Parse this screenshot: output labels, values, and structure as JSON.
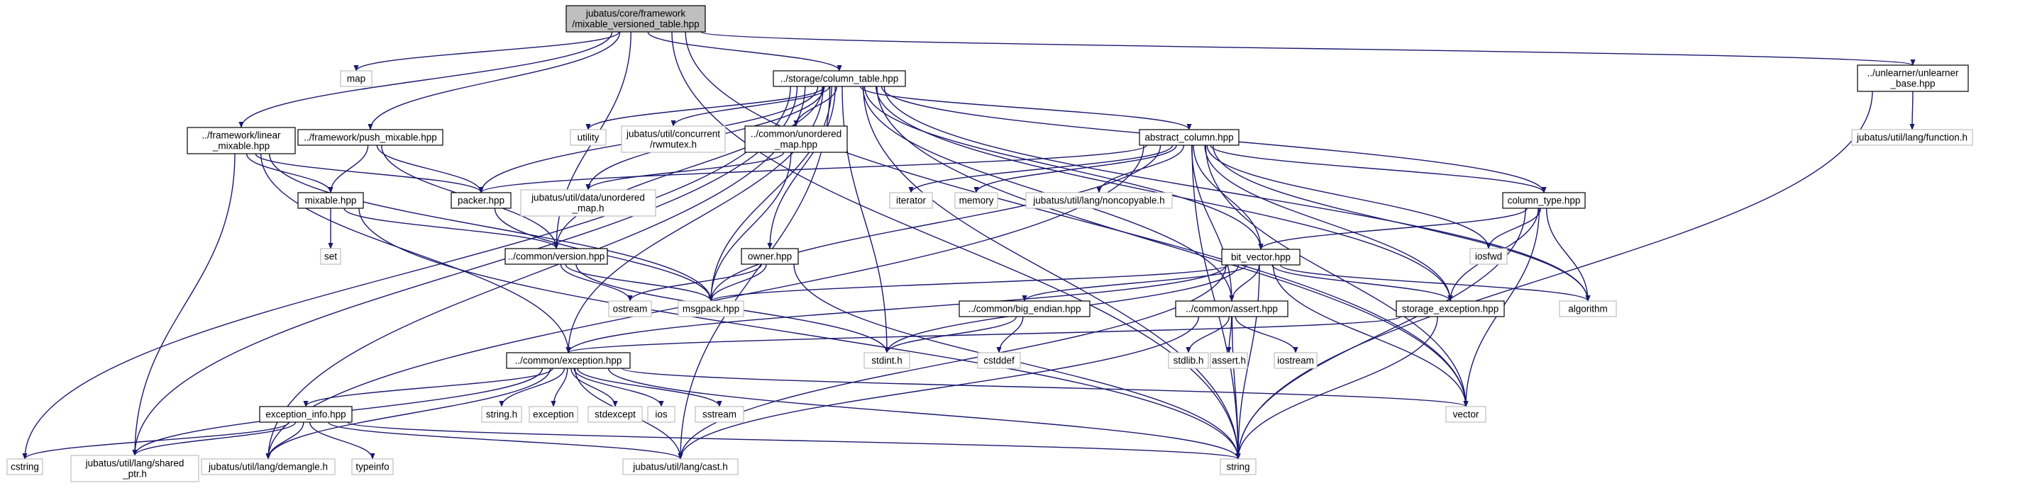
{
  "graph": {
    "root": "jubatus/core/framework/mixable_versioned_table.hpp",
    "nodes": [
      {
        "id": "root",
        "name": "node-mixable-versioned-table",
        "kind": "root",
        "lines": [
          "jubatus/core/framework",
          "/mixable_versioned_table.hpp"
        ]
      },
      {
        "id": "map",
        "name": "node-map",
        "kind": "ext",
        "lines": [
          "map"
        ]
      },
      {
        "id": "coltable",
        "name": "node-column-table",
        "kind": "own",
        "lines": [
          "../storage/column_table.hpp"
        ]
      },
      {
        "id": "unlearner",
        "name": "node-unlearner-base",
        "kind": "own",
        "lines": [
          "../unlearner/unlearner",
          "_base.hpp"
        ]
      },
      {
        "id": "function",
        "name": "node-function-h",
        "kind": "ext",
        "lines": [
          "jubatus/util/lang/function.h"
        ]
      },
      {
        "id": "linear",
        "name": "node-linear-mixable",
        "kind": "own",
        "lines": [
          "../framework/linear",
          "_mixable.hpp"
        ]
      },
      {
        "id": "push",
        "name": "node-push-mixable",
        "kind": "own",
        "lines": [
          "../framework/push_mixable.hpp"
        ]
      },
      {
        "id": "utility",
        "name": "node-utility",
        "kind": "ext",
        "lines": [
          "utility"
        ]
      },
      {
        "id": "rwmutex",
        "name": "node-rwmutex",
        "kind": "ext",
        "lines": [
          "jubatus/util/concurrent",
          "/rwmutex.h"
        ]
      },
      {
        "id": "unordmap",
        "name": "node-common-unordered-map",
        "kind": "own",
        "lines": [
          "../common/unordered",
          "_map.hpp"
        ]
      },
      {
        "id": "abscol",
        "name": "node-abstract-column",
        "kind": "own",
        "lines": [
          "abstract_column.hpp"
        ]
      },
      {
        "id": "mixable",
        "name": "node-mixable",
        "kind": "own",
        "lines": [
          "mixable.hpp"
        ]
      },
      {
        "id": "packer",
        "name": "node-packer",
        "kind": "own",
        "lines": [
          "packer.hpp"
        ]
      },
      {
        "id": "dataunord",
        "name": "node-data-unordered-map",
        "kind": "ext",
        "lines": [
          "jubatus/util/data/unordered",
          "_map.h"
        ]
      },
      {
        "id": "iterator",
        "name": "node-iterator",
        "kind": "ext",
        "lines": [
          "iterator"
        ]
      },
      {
        "id": "memory",
        "name": "node-memory",
        "kind": "ext",
        "lines": [
          "memory"
        ]
      },
      {
        "id": "noncopy",
        "name": "node-noncopyable",
        "kind": "ext",
        "lines": [
          "jubatus/util/lang/noncopyable.h"
        ]
      },
      {
        "id": "coltype",
        "name": "node-column-type",
        "kind": "own",
        "lines": [
          "column_type.hpp"
        ]
      },
      {
        "id": "set",
        "name": "node-set",
        "kind": "ext",
        "lines": [
          "set"
        ]
      },
      {
        "id": "version",
        "name": "node-common-version",
        "kind": "own",
        "lines": [
          "../common/version.hpp"
        ]
      },
      {
        "id": "owner",
        "name": "node-owner",
        "kind": "own",
        "lines": [
          "owner.hpp"
        ]
      },
      {
        "id": "bitvec",
        "name": "node-bit-vector",
        "kind": "own",
        "lines": [
          "bit_vector.hpp"
        ]
      },
      {
        "id": "iosfwd",
        "name": "node-iosfwd",
        "kind": "ext",
        "lines": [
          "iosfwd"
        ]
      },
      {
        "id": "ostream",
        "name": "node-ostream",
        "kind": "ext",
        "lines": [
          "ostream"
        ]
      },
      {
        "id": "msgpack",
        "name": "node-msgpack",
        "kind": "ext",
        "lines": [
          "msgpack.hpp"
        ]
      },
      {
        "id": "bigend",
        "name": "node-common-big-endian",
        "kind": "own",
        "lines": [
          "../common/big_endian.hpp"
        ]
      },
      {
        "id": "assert",
        "name": "node-common-assert",
        "kind": "own",
        "lines": [
          "../common/assert.hpp"
        ]
      },
      {
        "id": "storexc",
        "name": "node-storage-exception",
        "kind": "own",
        "lines": [
          "storage_exception.hpp"
        ]
      },
      {
        "id": "algorithm",
        "name": "node-algorithm",
        "kind": "ext",
        "lines": [
          "algorithm"
        ]
      },
      {
        "id": "exception",
        "name": "node-common-exception",
        "kind": "own",
        "lines": [
          "../common/exception.hpp"
        ]
      },
      {
        "id": "stdint",
        "name": "node-stdint",
        "kind": "ext",
        "lines": [
          "stdint.h"
        ]
      },
      {
        "id": "cstddef",
        "name": "node-cstddef",
        "kind": "ext",
        "lines": [
          "cstddef"
        ]
      },
      {
        "id": "stdlib",
        "name": "node-stdlib",
        "kind": "ext",
        "lines": [
          "stdlib.h"
        ]
      },
      {
        "id": "asserth",
        "name": "node-assert-h",
        "kind": "ext",
        "lines": [
          "assert.h"
        ]
      },
      {
        "id": "iostream",
        "name": "node-iostream",
        "kind": "ext",
        "lines": [
          "iostream"
        ]
      },
      {
        "id": "excinfo",
        "name": "node-exception-info",
        "kind": "own",
        "lines": [
          "exception_info.hpp"
        ]
      },
      {
        "id": "stringh",
        "name": "node-string-h",
        "kind": "ext",
        "lines": [
          "string.h"
        ]
      },
      {
        "id": "stdexc",
        "name": "node-exception-std",
        "kind": "ext",
        "lines": [
          "exception"
        ]
      },
      {
        "id": "stdexcept",
        "name": "node-stdexcept",
        "kind": "ext",
        "lines": [
          "stdexcept"
        ]
      },
      {
        "id": "ios",
        "name": "node-ios",
        "kind": "ext",
        "lines": [
          "ios"
        ]
      },
      {
        "id": "sstream",
        "name": "node-sstream",
        "kind": "ext",
        "lines": [
          "sstream"
        ]
      },
      {
        "id": "vector",
        "name": "node-vector",
        "kind": "ext",
        "lines": [
          "vector"
        ]
      },
      {
        "id": "cstring",
        "name": "node-cstring",
        "kind": "ext",
        "lines": [
          "cstring"
        ]
      },
      {
        "id": "sharedptr",
        "name": "node-shared-ptr",
        "kind": "ext",
        "lines": [
          "jubatus/util/lang/shared",
          "_ptr.h"
        ]
      },
      {
        "id": "demangle",
        "name": "node-demangle",
        "kind": "ext",
        "lines": [
          "jubatus/util/lang/demangle.h"
        ]
      },
      {
        "id": "typeinfo",
        "name": "node-typeinfo",
        "kind": "ext",
        "lines": [
          "typeinfo"
        ]
      },
      {
        "id": "cast",
        "name": "node-cast",
        "kind": "ext",
        "lines": [
          "jubatus/util/lang/cast.h"
        ]
      },
      {
        "id": "string",
        "name": "node-string",
        "kind": "ext",
        "lines": [
          "string"
        ]
      }
    ],
    "edges": [
      [
        "root",
        "map"
      ],
      [
        "root",
        "coltable"
      ],
      [
        "root",
        "unlearner"
      ],
      [
        "root",
        "linear"
      ],
      [
        "root",
        "push"
      ],
      [
        "root",
        "version"
      ],
      [
        "root",
        "vector"
      ],
      [
        "root",
        "string"
      ],
      [
        "unlearner",
        "function"
      ],
      [
        "unlearner",
        "string"
      ],
      [
        "coltable",
        "utility"
      ],
      [
        "coltable",
        "rwmutex"
      ],
      [
        "coltable",
        "unordmap"
      ],
      [
        "coltable",
        "abscol"
      ],
      [
        "coltable",
        "packer"
      ],
      [
        "coltable",
        "dataunord"
      ],
      [
        "coltable",
        "coltype"
      ],
      [
        "coltable",
        "owner"
      ],
      [
        "coltable",
        "bitvec"
      ],
      [
        "coltable",
        "msgpack"
      ],
      [
        "coltable",
        "assert"
      ],
      [
        "coltable",
        "storexc"
      ],
      [
        "coltable",
        "algorithm"
      ],
      [
        "coltable",
        "exception"
      ],
      [
        "coltable",
        "stdint"
      ],
      [
        "coltable",
        "vector"
      ],
      [
        "coltable",
        "cstring"
      ],
      [
        "coltable",
        "sharedptr"
      ],
      [
        "coltable",
        "demangle"
      ],
      [
        "coltable",
        "cast"
      ],
      [
        "coltable",
        "string"
      ],
      [
        "coltable",
        "version"
      ],
      [
        "linear",
        "mixable"
      ],
      [
        "linear",
        "packer"
      ],
      [
        "linear",
        "exception"
      ],
      [
        "linear",
        "sharedptr"
      ],
      [
        "linear",
        "msgpack"
      ],
      [
        "push",
        "mixable"
      ],
      [
        "push",
        "packer"
      ],
      [
        "push",
        "version"
      ],
      [
        "unordmap",
        "dataunord"
      ],
      [
        "unordmap",
        "msgpack"
      ],
      [
        "abscol",
        "packer"
      ],
      [
        "abscol",
        "iterator"
      ],
      [
        "abscol",
        "memory"
      ],
      [
        "abscol",
        "noncopy"
      ],
      [
        "abscol",
        "coltype"
      ],
      [
        "abscol",
        "bitvec"
      ],
      [
        "abscol",
        "iosfwd"
      ],
      [
        "abscol",
        "msgpack"
      ],
      [
        "abscol",
        "assert"
      ],
      [
        "abscol",
        "storexc"
      ],
      [
        "abscol",
        "algorithm"
      ],
      [
        "abscol",
        "vector"
      ],
      [
        "abscol",
        "string"
      ],
      [
        "abscol",
        "demangle"
      ],
      [
        "mixable",
        "set"
      ],
      [
        "mixable",
        "version"
      ],
      [
        "mixable",
        "string"
      ],
      [
        "packer",
        "msgpack"
      ],
      [
        "version",
        "ostream"
      ],
      [
        "version",
        "msgpack"
      ],
      [
        "version",
        "stdint"
      ],
      [
        "owner",
        "ostream"
      ],
      [
        "owner",
        "msgpack"
      ],
      [
        "owner",
        "string"
      ],
      [
        "coltype",
        "bitvec"
      ],
      [
        "coltype",
        "iosfwd"
      ],
      [
        "coltype",
        "storexc"
      ],
      [
        "coltype",
        "algorithm"
      ],
      [
        "coltype",
        "vector"
      ],
      [
        "coltype",
        "string"
      ],
      [
        "bitvec",
        "msgpack"
      ],
      [
        "bitvec",
        "bigend"
      ],
      [
        "bitvec",
        "assert"
      ],
      [
        "bitvec",
        "storexc"
      ],
      [
        "bitvec",
        "algorithm"
      ],
      [
        "bitvec",
        "exception"
      ],
      [
        "bitvec",
        "stdint"
      ],
      [
        "bitvec",
        "vector"
      ],
      [
        "bitvec",
        "string"
      ],
      [
        "bitvec",
        "cast"
      ],
      [
        "bigend",
        "stdint"
      ],
      [
        "bigend",
        "cstddef"
      ],
      [
        "assert",
        "stdlib"
      ],
      [
        "assert",
        "asserth"
      ],
      [
        "assert",
        "iostream"
      ],
      [
        "assert",
        "string"
      ],
      [
        "assert",
        "cast"
      ],
      [
        "storexc",
        "exception"
      ],
      [
        "storexc",
        "string"
      ],
      [
        "exception",
        "excinfo"
      ],
      [
        "exception",
        "stringh"
      ],
      [
        "exception",
        "stdexc"
      ],
      [
        "exception",
        "stdexcept"
      ],
      [
        "exception",
        "ios"
      ],
      [
        "exception",
        "sstream"
      ],
      [
        "exception",
        "vector"
      ],
      [
        "exception",
        "sharedptr"
      ],
      [
        "exception",
        "demangle"
      ],
      [
        "exception",
        "cast"
      ],
      [
        "exception",
        "string"
      ],
      [
        "excinfo",
        "cstring"
      ],
      [
        "excinfo",
        "sharedptr"
      ],
      [
        "excinfo",
        "demangle"
      ],
      [
        "excinfo",
        "typeinfo"
      ],
      [
        "excinfo",
        "cast"
      ],
      [
        "excinfo",
        "string"
      ]
    ]
  }
}
